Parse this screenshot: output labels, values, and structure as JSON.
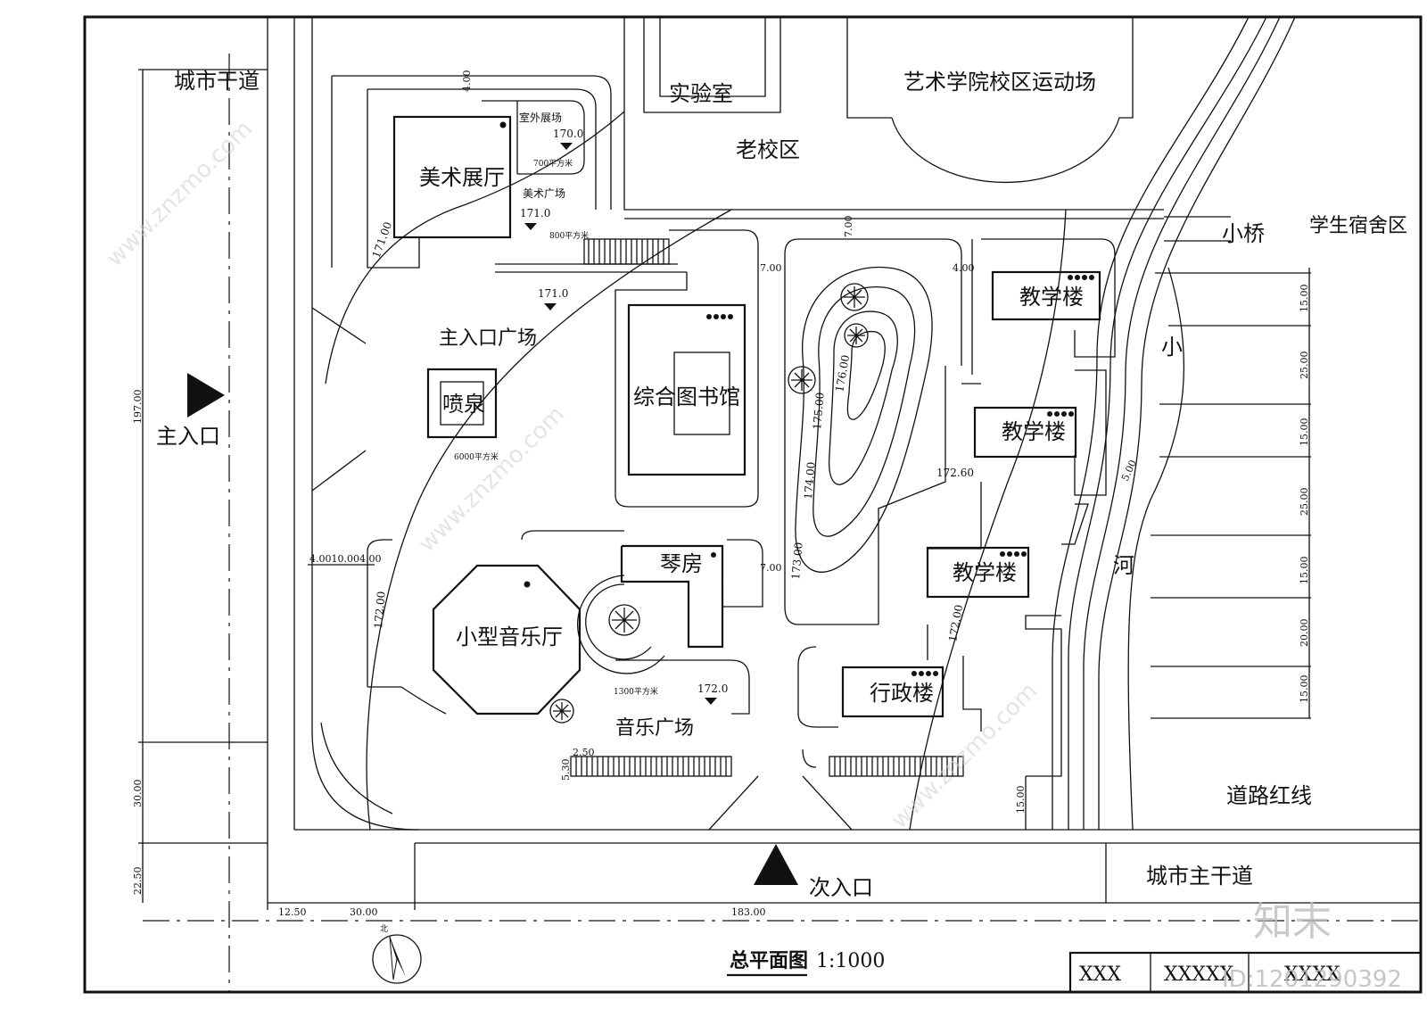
{
  "plan": {
    "title": "总平面图",
    "scale": "1:1000",
    "roads": {
      "city_arterial": "城市干道",
      "city_main": "城市主干道",
      "red_line": "道路红线"
    },
    "entrances": {
      "main": "主入口",
      "secondary": "次入口"
    },
    "context": {
      "lab": "实验室",
      "sports_field": "艺术学院校区运动场",
      "old_campus": "老校区",
      "dorm": "学生宿舍区",
      "bridge": "小桥",
      "river_1": "小",
      "river_2": "河"
    },
    "buildings": {
      "art_gallery": "美术展厅",
      "library": "综合图书馆",
      "piano_room": "琴房",
      "concert_hall": "小型音乐厅",
      "teaching_1": "教学楼",
      "teaching_2": "教学楼",
      "teaching_3": "教学楼",
      "admin": "行政楼",
      "fountain": "喷泉"
    },
    "plazas": {
      "outdoor_exhibit": "室外展场",
      "outdoor_area": "700平方米",
      "art_plaza": "美术广场",
      "art_area": "800平方米",
      "entrance_plaza": "主入口广场",
      "entrance_area": "6000平方米",
      "music_plaza": "音乐广场",
      "music_area": "1300平方米"
    },
    "elevations": {
      "outdoor": "170.0",
      "art": "171.0",
      "entrance": "171.0",
      "music": "172.0",
      "c171": "171.00",
      "c172": "172.00",
      "c172b": "172.00",
      "c173": "173.00",
      "c174": "174.00",
      "c175": "175.00",
      "c176": "176.00",
      "c17260": "172.60"
    },
    "dimensions": {
      "d_top_400": "4.00",
      "d_700_a": "7.00",
      "d_700_b": "7.00",
      "d_400_b": "4.00",
      "d_700_c": "7.00",
      "d_left": "4.0010.004.00",
      "d_500": "5.00",
      "d_250": "2.50",
      "d_530": "5.30",
      "d_1500_a": "15.00",
      "d_2500_a": "25.00",
      "d_1500_b": "15.00",
      "d_2500_b": "25.00",
      "d_1500_c": "15.00",
      "d_2000": "20.00",
      "d_1500_d": "15.00",
      "d_1500_e": "15.00",
      "d_19700": "197.00",
      "d_3000_v": "30.00",
      "d_2250": "22.50",
      "d_1250": "12.50",
      "d_3000_h": "30.00",
      "d_18300": "183.00"
    },
    "north": "北",
    "title_block": {
      "c1": "XXX",
      "c2": "XXXXX",
      "c3": "XXXX"
    },
    "watermarks": {
      "brand": "知末",
      "id": "ID:1201290392",
      "site": "www.znzmo.com"
    }
  }
}
